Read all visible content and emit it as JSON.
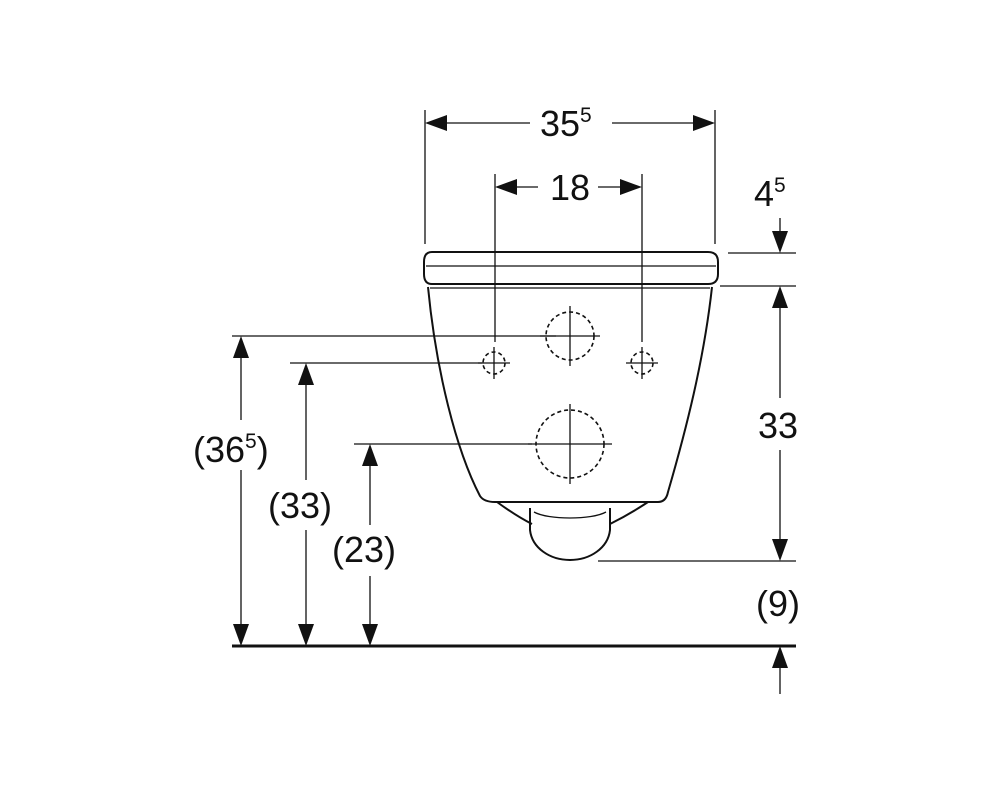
{
  "dimensions": {
    "overall_width": {
      "main": "35",
      "sup": "5"
    },
    "hole_spacing": {
      "main": "18"
    },
    "seat_thickness": {
      "main": "4",
      "sup": "5"
    },
    "bowl_height": {
      "main": "33"
    },
    "outlet_offset": {
      "main": "(9)"
    },
    "upper_hole_height": {
      "open": "(36",
      "sup": "5",
      "close": ")"
    },
    "fixing_hole_height": {
      "main": "(33)"
    },
    "drain_height": {
      "main": "(23)"
    }
  }
}
